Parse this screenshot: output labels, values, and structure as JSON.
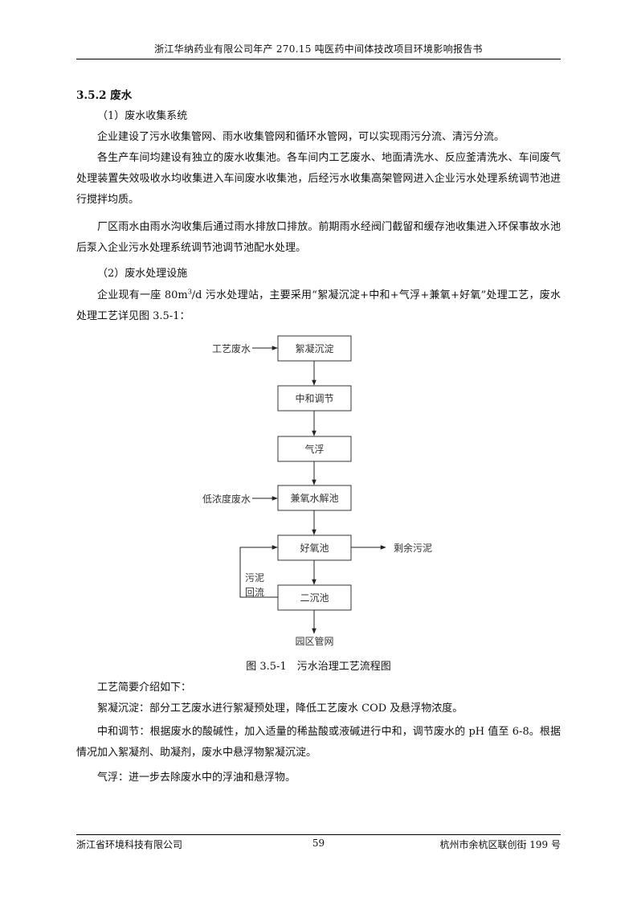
{
  "header": {
    "title": "浙江华纳药业有限公司年产 270.15 吨医药中间体技改项目环境影响报告书"
  },
  "section": {
    "title": "3.5.2 废水"
  },
  "paragraphs": {
    "p1": "（1）废水收集系统",
    "p2": "企业建设了污水收集管网、雨水收集管网和循环水管网，可以实现雨污分流、清污分流。",
    "p3": "各生产车间均建设有独立的废水收集池。各车间内工艺废水、地面清洗水、反应釜清洗水、车间废气处理装置失效吸收水均收集进入车间废水收集池，后经污水收集高架管网进入企业污水处理系统调节池进行搅拌均质。",
    "p4": "厂区雨水由雨水沟收集后通过雨水排放口排放。前期雨水经阀门截留和缓存池收集进入环保事故水池后泵入企业污水处理系统调节池调节池配水处理。",
    "p5": "（2）废水处理设施",
    "p6_pre": "企业现有一座 80m",
    "p6_sup": "3",
    "p6_post": "/d 污水处理站，主要采用“絮凝沉淀+中和+气浮+兼氧+好氧”处理工艺，废水处理工艺详见图 3.5-1：",
    "p7": "工艺简要介绍如下：",
    "p8": "絮凝沉淀：部分工艺废水进行絮凝预处理，降低工艺废水 COD 及悬浮物浓度。",
    "p9": "中和调节：根据废水的酸碱性，加入适量的稀盐酸或液碱进行中和，调节废水的 pH 值至 6-8。根据情况加入絮凝剂、助凝剂，废水中悬浮物絮凝沉淀。",
    "p10": "气浮：进一步去除废水中的浮油和悬浮物。"
  },
  "flowchart": {
    "boxes": {
      "b1": "絮凝沉淀",
      "b2": "中和调节",
      "b3": "气浮",
      "b4": "兼氧水解池",
      "b5": "好氧池",
      "b6": "二沉池"
    },
    "inputs": {
      "process_wastewater": "工艺废水",
      "low_conc_wastewater": "低浓度废水"
    },
    "outputs": {
      "excess_sludge": "剩余污泥",
      "park_pipe": "园区管网"
    },
    "sludge_return": {
      "line1": "污泥",
      "line2": "回流"
    }
  },
  "figure": {
    "caption": "图 3.5-1　污水治理工艺流程图"
  },
  "footer": {
    "company": "浙江省环境科技有限公司",
    "page_number": "59",
    "address": "杭州市余杭区联创街 199 号"
  }
}
